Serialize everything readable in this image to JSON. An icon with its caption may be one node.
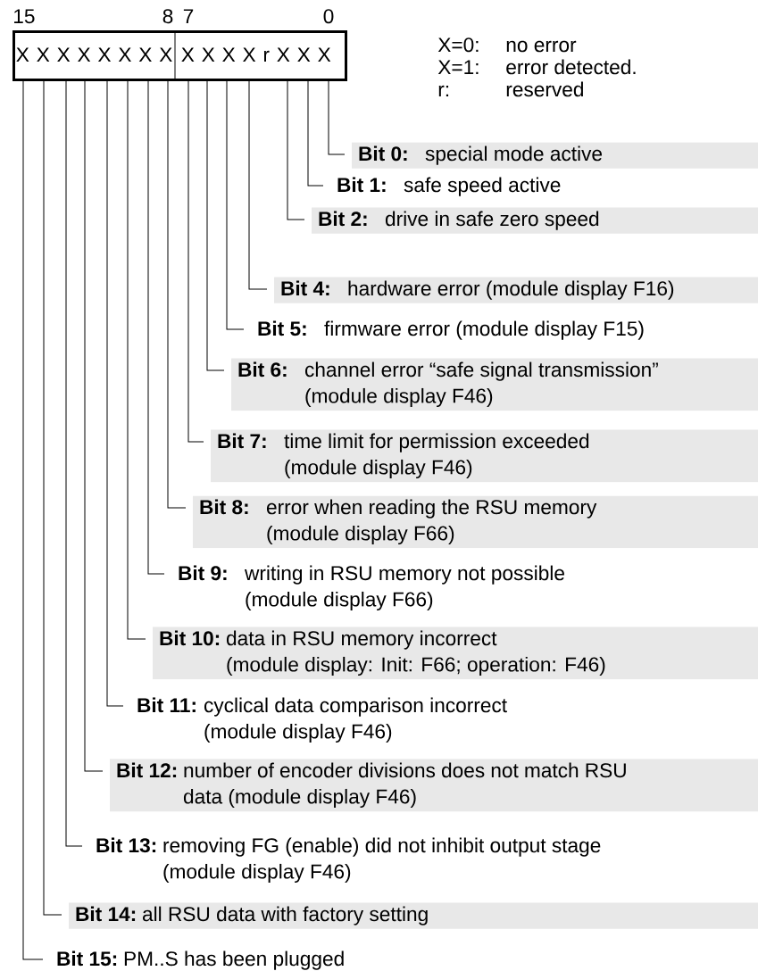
{
  "diagram": {
    "nodes": [
      {
        "text": [
          "X X X X X X X X",
          "X X X X r X X X"
        ]
      },
      {
        "text": [
          "Bit 0:",
          "special mode active"
        ]
      },
      {
        "text": [
          "Bit 1:",
          "safe speed active"
        ]
      },
      {
        "text": [
          "Bit 2:",
          "drive in safe zero speed"
        ]
      },
      {
        "text": [
          "Bit 4:",
          "hardware error (module display  F16)"
        ]
      },
      {
        "text": [
          "Bit 5:",
          "firmware error (module display  F15)"
        ]
      },
      {
        "text": [
          "Bit 6:",
          "channel error “safe signal transmission” (module display F46)"
        ]
      },
      {
        "text": [
          "Bit 7:",
          "time limit for permission exceeded (module display F46)"
        ]
      },
      {
        "text": [
          "Bit 8:",
          "error when reading the RSU memory (module display F66)"
        ]
      },
      {
        "text": [
          "Bit 9:",
          "writing in RSU memory not possible (module display F66)"
        ]
      },
      {
        "text": [
          "Bit 10:",
          "data in RSU memory incorrect (module display: Init: F66; operation: F46)"
        ]
      },
      {
        "text": [
          "Bit 11:",
          "cyclical data comparison incorrect (module display F46)"
        ]
      },
      {
        "text": [
          "Bit 12:",
          "number of encoder divisions does not match RSU data (module display F46)"
        ]
      },
      {
        "text": [
          "Bit 13:",
          "removing FG (enable) did not inhibit output stage (module display F46)"
        ]
      },
      {
        "text": [
          "Bit 14:",
          "all RSU data with factory setting"
        ]
      },
      {
        "text": [
          "Bit 15:",
          "PM..S has been plugged"
        ]
      }
    ],
    "edges": [
      {
        "from": 1,
        "to": 0,
        "arrow": "none"
      },
      {
        "from": 2,
        "to": 0,
        "arrow": "none"
      },
      {
        "from": 3,
        "to": 0,
        "arrow": "none"
      },
      {
        "from": 4,
        "to": 0,
        "arrow": "none"
      },
      {
        "from": 5,
        "to": 0,
        "arrow": "none"
      },
      {
        "from": 6,
        "to": 0,
        "arrow": "none"
      },
      {
        "from": 7,
        "to": 0,
        "arrow": "none"
      },
      {
        "from": 8,
        "to": 0,
        "arrow": "none"
      },
      {
        "from": 9,
        "to": 0,
        "arrow": "none"
      },
      {
        "from": 10,
        "to": 0,
        "arrow": "none"
      },
      {
        "from": 11,
        "to": 0,
        "arrow": "none"
      },
      {
        "from": 12,
        "to": 0,
        "arrow": "none"
      },
      {
        "from": 13,
        "to": 0,
        "arrow": "none"
      },
      {
        "from": 14,
        "to": 0,
        "arrow": "none"
      },
      {
        "from": 15,
        "to": 0,
        "arrow": "none"
      }
    ],
    "labels": [
      "15",
      "8",
      "7",
      "0",
      "X=0:",
      "no error",
      "X=1:",
      "error detected.",
      "r:",
      "reserved"
    ]
  }
}
